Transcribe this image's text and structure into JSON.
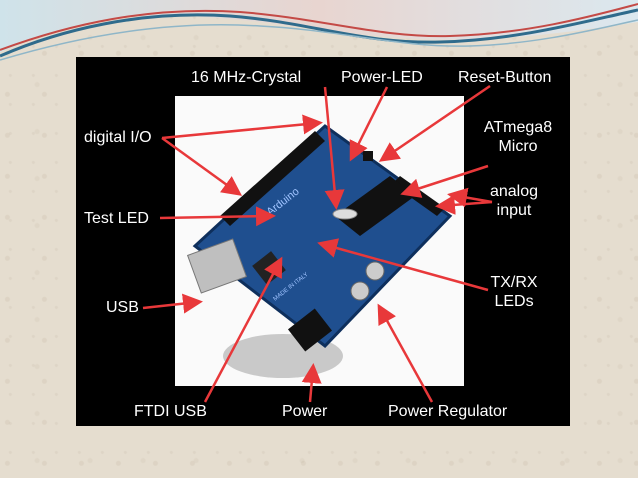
{
  "labels": {
    "crystal": "16 MHz-Crystal",
    "power_led": "Power-LED",
    "reset_button": "Reset-Button",
    "digital_io": "digital I/O",
    "atmega_line1": "ATmega8",
    "atmega_line2": "Micro",
    "analog_line1": "analog",
    "analog_line2": "input",
    "test_led": "Test LED",
    "usb": "USB",
    "txrx_line1": "TX/RX",
    "txrx_line2": "LEDs",
    "ftdi_usb": "FTDI USB",
    "power": "Power",
    "power_regulator": "Power Regulator"
  },
  "board_print": {
    "logo": "Arduino",
    "made_in": "MADE IN ITALY"
  },
  "colors": {
    "slide_background": "#000000",
    "arrow": "#e8383a",
    "label_text": "#ffffff",
    "board": "#1f4f8f",
    "banner_wave_blue": "#2f6b8c",
    "banner_wave_red": "#c44a46",
    "paper": "#e5ddcf"
  }
}
